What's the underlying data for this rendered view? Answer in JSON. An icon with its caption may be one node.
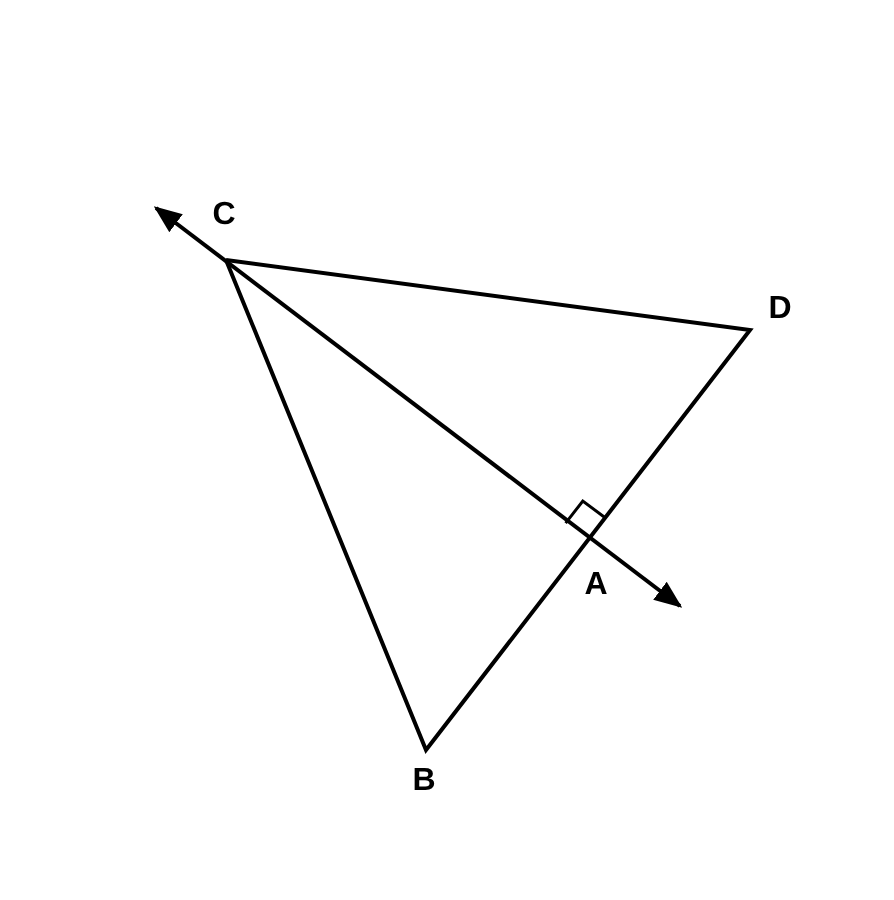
{
  "diagram": {
    "labels": [
      "C",
      "D",
      "A",
      "B"
    ]
  }
}
